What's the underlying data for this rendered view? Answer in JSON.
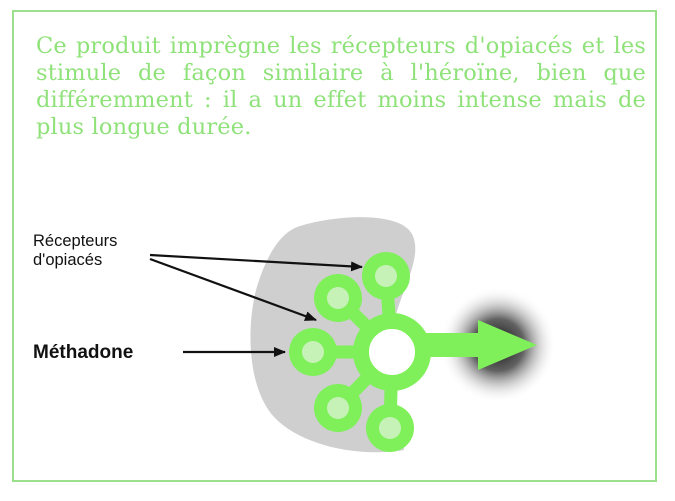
{
  "intro_text": "Ce produit imprègne les récepteurs d'opiacés et les stimule de façon similaire à l'héroïne, bien que différemment : il a un effet moins intense mais de plus longue durée.",
  "labels": {
    "recepteurs_line1": "Récepteurs",
    "recepteurs_line2": "d'opiacés",
    "methadone": "Méthadone"
  },
  "colors": {
    "border": "#9be08a",
    "intro_text": "#8fe27a",
    "molecule": "#7ff05a",
    "receptor_region": "#cfcfcf",
    "arrow": "#111111"
  }
}
